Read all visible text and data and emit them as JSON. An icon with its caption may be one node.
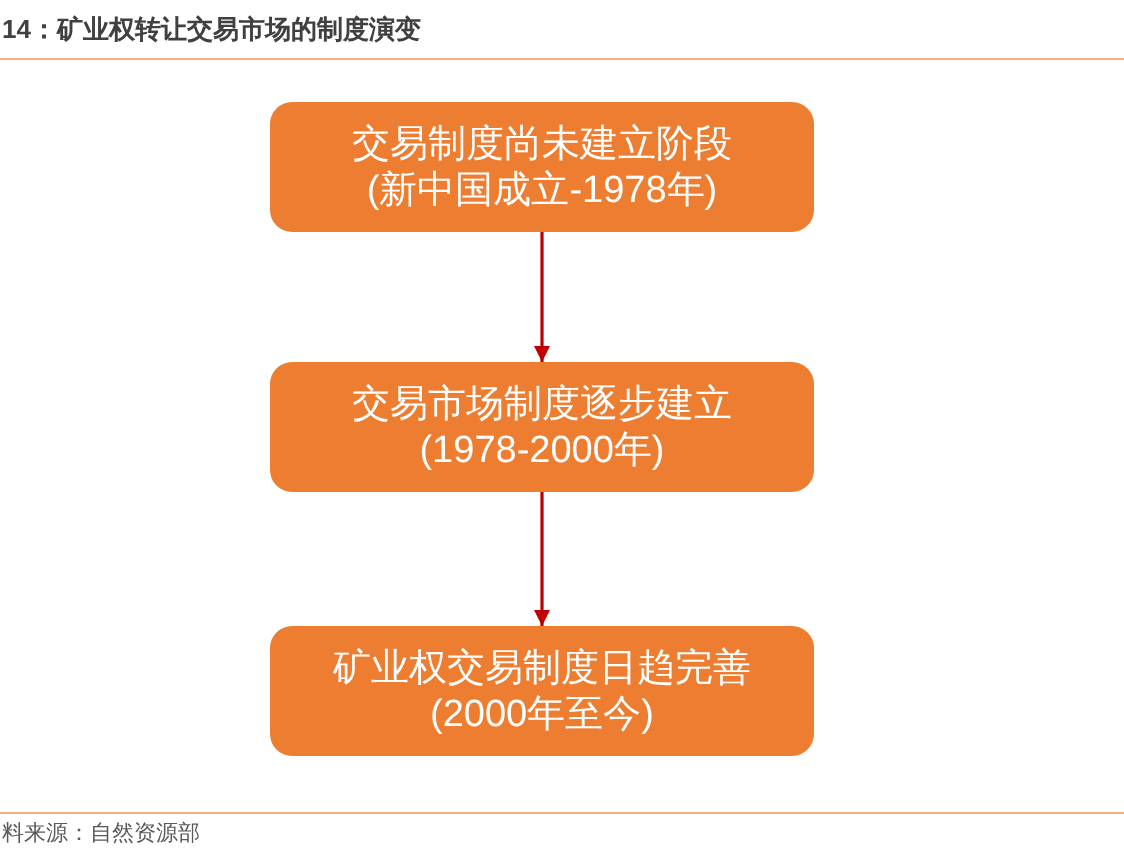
{
  "diagram": {
    "title": "14：矿业权转让交易市场的制度演变",
    "caption": "料来源：自然资源部",
    "nodes": [
      {
        "text": [
          "交易制度尚未建立阶段",
          "(新中国成立-1978年)"
        ]
      },
      {
        "text": [
          "交易市场制度逐步建立",
          "(1978-2000年)"
        ]
      },
      {
        "text": [
          "矿业权交易制度日趋完善",
          "(2000年至今)"
        ]
      }
    ],
    "edges": [
      {
        "from": 0,
        "to": 1,
        "arrow": "to"
      },
      {
        "from": 1,
        "to": 2,
        "arrow": "to"
      }
    ]
  }
}
